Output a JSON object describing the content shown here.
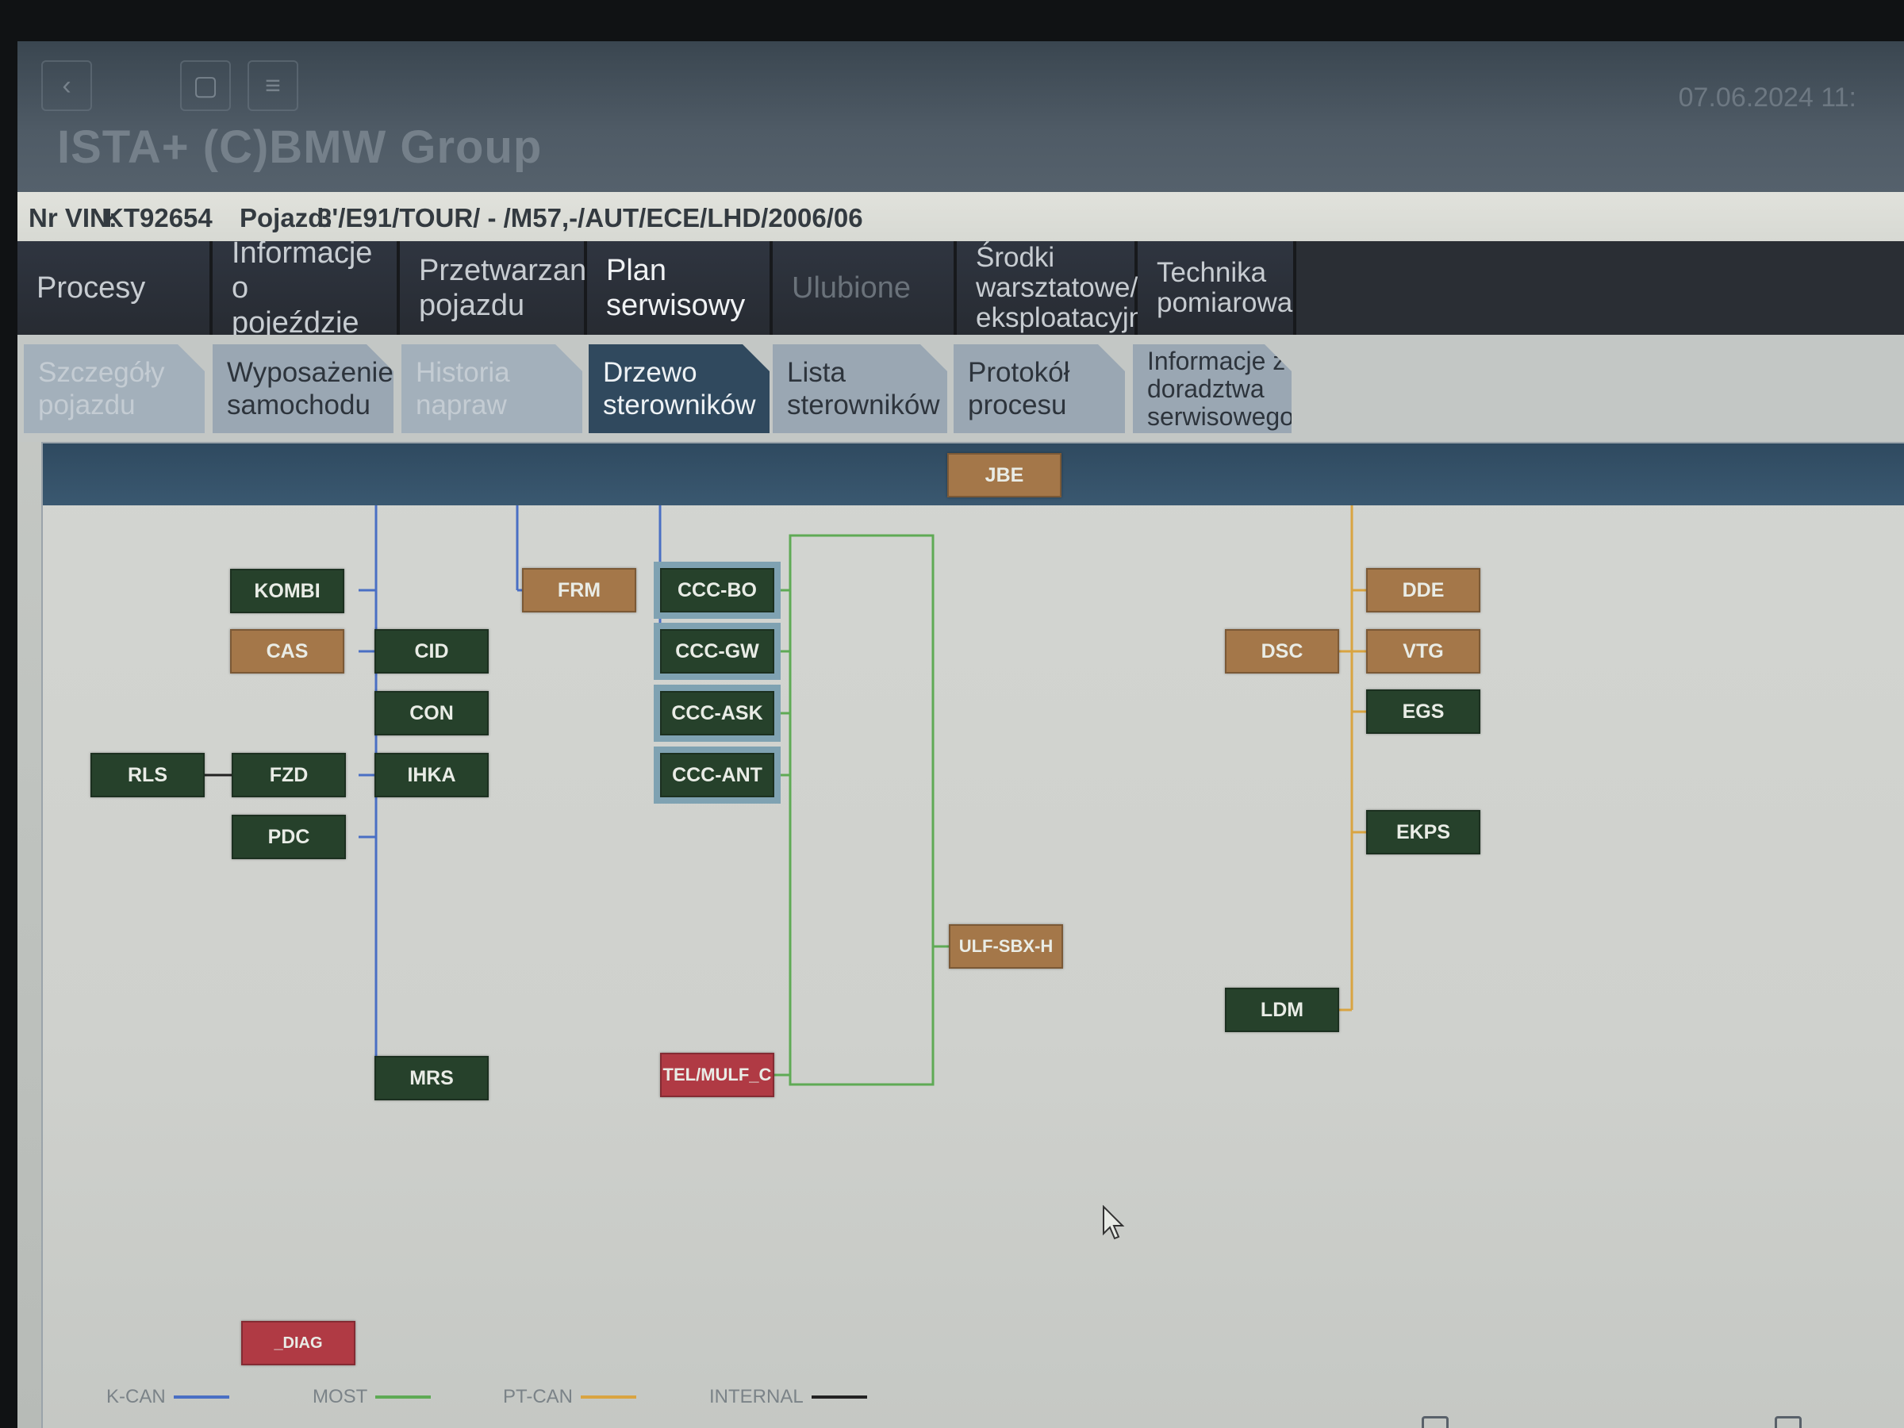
{
  "app": {
    "title": "ISTA+ (C)BMW Group",
    "datetime": "07.06.2024 11:"
  },
  "vehicle": {
    "vin_label": "Nr VIN:",
    "vin_value": "KT92654",
    "vehicle_label": "Pojazd:",
    "vehicle_value": "3'/E91/TOUR/ - /M57,-/AUT/ECE/LHD/2006/06"
  },
  "main_tabs": [
    {
      "label": "Procesy"
    },
    {
      "label": "Informacje o pojeździe"
    },
    {
      "label": "Przetwarzanie pojazdu"
    },
    {
      "label": "Plan serwisowy"
    },
    {
      "label": "Ulubione"
    },
    {
      "label": "Środki warsztatowe/ eksploatacyjne"
    },
    {
      "label": "Technika pomiarowa"
    }
  ],
  "sub_tabs": [
    {
      "label": "Szczegóły pojazdu"
    },
    {
      "label": "Wyposażenie samochodu"
    },
    {
      "label": "Historia napraw"
    },
    {
      "label": "Drzewo sterowników"
    },
    {
      "label": "Lista sterowników"
    },
    {
      "label": "Protokół procesu"
    },
    {
      "label": "Informacje z doradztwa serwisowego"
    }
  ],
  "colors": {
    "kcan": "#4a6fc4",
    "most": "#5faa55",
    "ptcan": "#d9a441",
    "internal": "#222222",
    "ecu_ok": "#26412b",
    "ecu_notfound": "#a47749",
    "ecu_fault": "#b03a44"
  },
  "ecus": {
    "jbe": "JBE",
    "kombi": "KOMBI",
    "cas": "CAS",
    "cid": "CID",
    "con": "CON",
    "rls": "RLS",
    "fzd": "FZD",
    "ihka": "IHKA",
    "pdc": "PDC",
    "mrs": "MRS",
    "frm": "FRM",
    "ccc_bo": "CCC-BO",
    "ccc_gw": "CCC-GW",
    "ccc_ask": "CCC-ASK",
    "ccc_ant": "CCC-ANT",
    "tel_mulf": "TEL/MULF_C",
    "ulf_sbx_h": "ULF-SBX-H",
    "dde": "DDE",
    "dsc": "DSC",
    "vtg": "VTG",
    "egs": "EGS",
    "ekps": "EKPS",
    "ldm": "LDM",
    "diag": "_DIAG"
  },
  "legend": {
    "kcan": "K-CAN",
    "most": "MOST",
    "ptcan": "PT-CAN",
    "internal": "INTERNAL"
  }
}
